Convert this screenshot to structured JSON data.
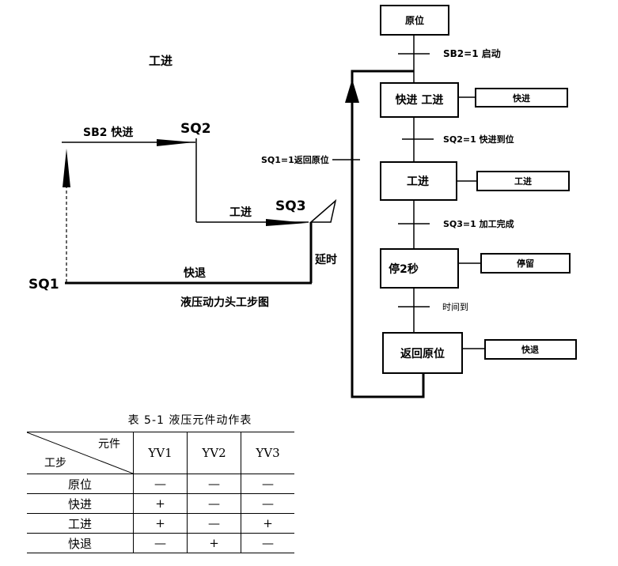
{
  "cycle_diagram": {
    "label_top": "工进",
    "sb2_label": "SB2  快进",
    "sq2": "SQ2",
    "gongjin_label": "工进",
    "sq3": "SQ3",
    "yanshi": "延时",
    "sq1": "SQ1",
    "kuaitui": "快退",
    "caption": "液压动力头工步图"
  },
  "flowchart": {
    "steps": [
      {
        "label": "原位",
        "output": ""
      },
      {
        "label": "快进 工进",
        "output": "快进"
      },
      {
        "label": "工进",
        "output": "工进"
      },
      {
        "label": "停2秒",
        "output": "停留"
      },
      {
        "label": "返回原位",
        "output": "快退"
      }
    ],
    "transitions": [
      "SB2=1 启动",
      "SQ2=1 快进到位",
      "SQ3=1 加工完成",
      "时间到"
    ],
    "return_label": "SQ1=1返回原位"
  },
  "table": {
    "caption": "表 5-1   液压元件动作表",
    "header_top": "元件",
    "header_bottom": "工步",
    "columns": [
      "YV1",
      "YV2",
      "YV3"
    ],
    "rows": [
      {
        "step": "原位",
        "values": [
          "—",
          "—",
          "—"
        ]
      },
      {
        "step": "快进",
        "values": [
          "+",
          "—",
          "—"
        ]
      },
      {
        "step": "工进",
        "values": [
          "+",
          "—",
          "+"
        ]
      },
      {
        "step": "快退",
        "values": [
          "—",
          "+",
          "—"
        ]
      }
    ]
  }
}
